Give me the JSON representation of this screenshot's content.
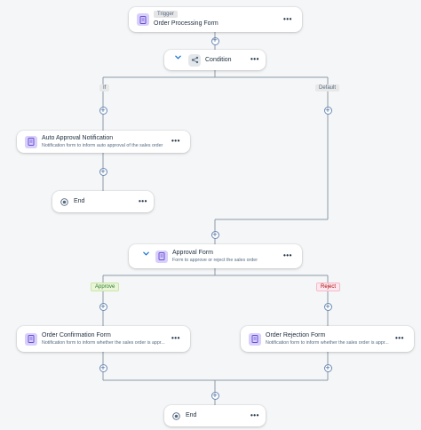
{
  "trigger": {
    "tag": "Trigger",
    "title": "Order Processing Form",
    "menu": "•••"
  },
  "condition": {
    "title": "Condition",
    "menu": "•••",
    "branch_if": "If",
    "branch_default": "Default"
  },
  "auto_approval": {
    "title": "Auto Approval Notification",
    "subtitle": "Notification form to inform auto approval of the sales order",
    "menu": "•••"
  },
  "end_if": {
    "title": "End",
    "menu": "•••"
  },
  "approval": {
    "title": "Approval Form",
    "subtitle": "Form to approve or reject the sales order",
    "menu": "•••",
    "branch_approve": "Approve",
    "branch_reject": "Reject"
  },
  "order_confirmation": {
    "title": "Order Confirmation Form",
    "subtitle": "Notification form to inform whether the sales order is appr...",
    "menu": "•••"
  },
  "order_rejection": {
    "title": "Order Rejection Form",
    "subtitle": "Notification form to inform whether the sales order is appr...",
    "menu": "•••"
  },
  "end_final": {
    "title": "End",
    "menu": "•••"
  },
  "plus_symbol": "+",
  "icons": {
    "form": "form-icon",
    "condition": "share-branch-icon",
    "end": "stop-circle-icon",
    "collapse": "chevron-down-icon",
    "add": "add-step-icon"
  },
  "colors": {
    "connector": "#8c9aa8",
    "accent": "#0a6ed1",
    "form_icon_bg": "#d8cffb",
    "approve": "#2b7d2b",
    "reject": "#aa0808"
  }
}
